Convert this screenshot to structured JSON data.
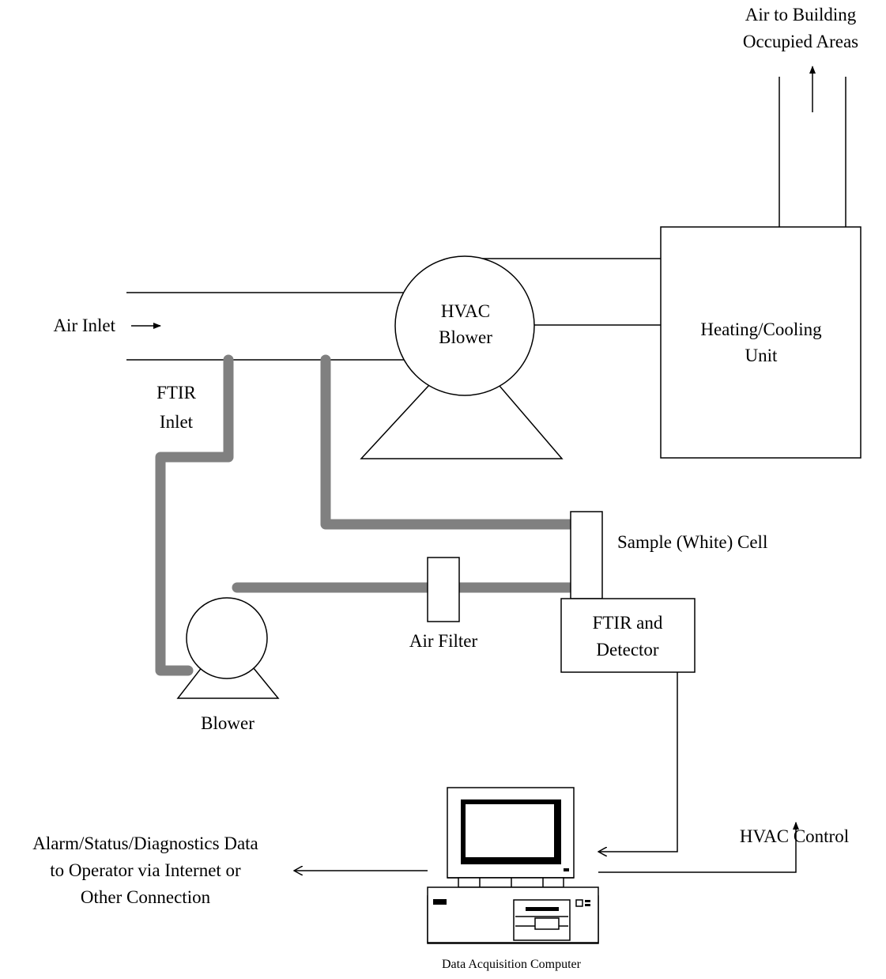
{
  "labels": {
    "air_to_building_1": "Air to Building",
    "air_to_building_2": "Occupied Areas",
    "air_inlet": "Air Inlet",
    "hvac_blower_1": "HVAC",
    "hvac_blower_2": "Blower",
    "heating_cooling_1": "Heating/Cooling",
    "heating_cooling_2": "Unit",
    "ftir_inlet_1": "FTIR",
    "ftir_inlet_2": "Inlet",
    "sample_cell": "Sample (White) Cell",
    "ftir_detector_1": "FTIR and",
    "ftir_detector_2": "Detector",
    "air_filter": "Air Filter",
    "blower": "Blower",
    "hvac_control": "HVAC Control",
    "alarm_1": "Alarm/Status/Diagnostics Data",
    "alarm_2": "to Operator via Internet or",
    "alarm_3": "Other Connection",
    "computer": "Data Acquisition Computer"
  },
  "colors": {
    "line": "#000000",
    "pipe": "#808080",
    "background": "#ffffff"
  }
}
